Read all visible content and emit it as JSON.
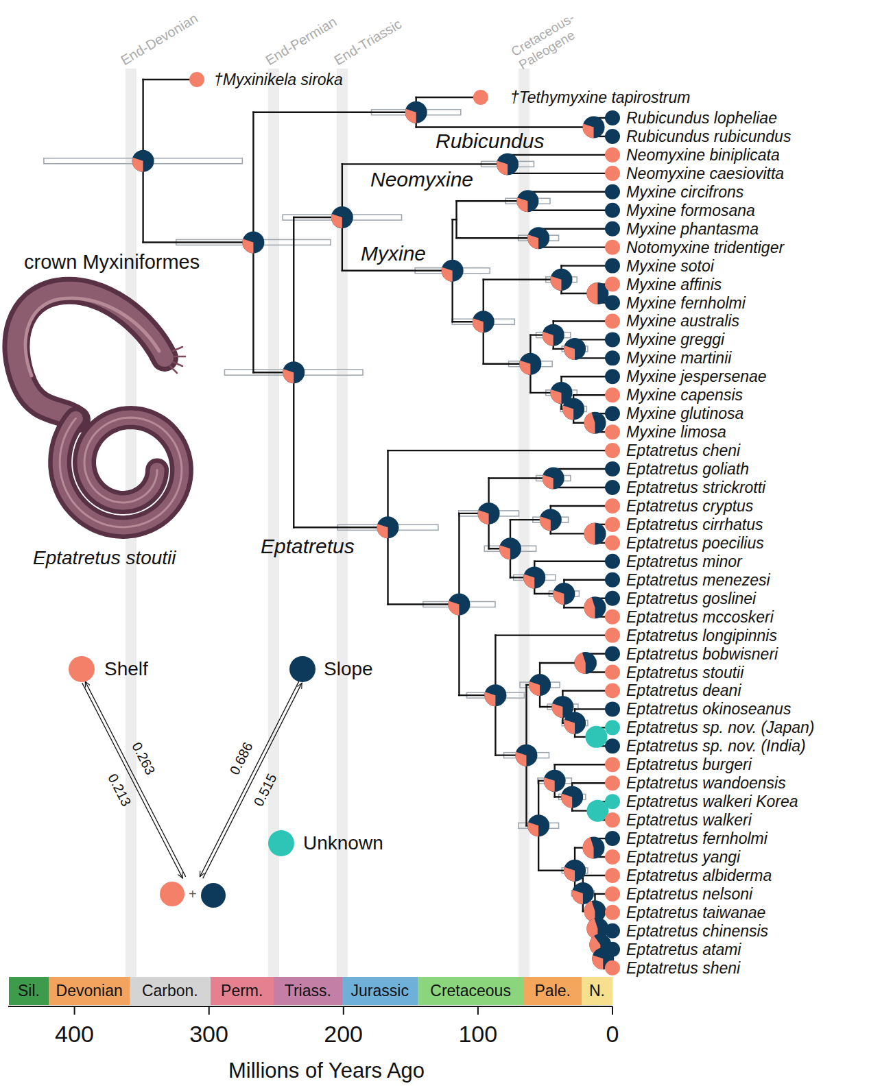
{
  "diagram": {
    "nodes": [
      {
        "text": [
          "Sil."
        ]
      },
      {
        "text": [
          "Devonian"
        ]
      },
      {
        "text": [
          "Carbon."
        ]
      },
      {
        "text": [
          "Perm."
        ]
      },
      {
        "text": [
          "Triass."
        ]
      },
      {
        "text": [
          "Jurassic"
        ]
      },
      {
        "text": [
          "Cretaceous"
        ]
      },
      {
        "text": [
          "Pale."
        ]
      },
      {
        "text": [
          "N."
        ]
      }
    ],
    "labels": [
      "End-Devonian",
      "End-Permian",
      "End-Triassic",
      "Cretaceous- Paleogene",
      "†Myxinikela siroka",
      "†Tethymyxine tapirostrum",
      "Rubicundus lopheliae",
      "Rubicundus rubicundus",
      "Neomyxine biniplicata",
      "Neomyxine caesiovitta",
      "Myxine circifrons",
      "Myxine formosana",
      "Myxine phantasma",
      "Notomyxine tridentiger",
      "Myxine sotoi",
      "Myxine affinis",
      "Myxine fernholmi",
      "Myxine australis",
      "Myxine greggi",
      "Myxine martinii",
      "Myxine jespersenae",
      "Myxine capensis",
      "Myxine glutinosa",
      "Myxine limosa",
      "Eptatretus cheni",
      "Eptatretus goliath",
      "Eptatretus strickrotti",
      "Eptatretus cryptus",
      "Eptatretus cirrhatus",
      "Eptatretus poecilius",
      "Eptatretus minor",
      "Eptatretus menezesi",
      "Eptatretus goslinei",
      "Eptatretus mccoskeri",
      "Eptatretus longipinnis",
      "Eptatretus bobwisneri",
      "Eptatretus stoutii",
      "Eptatretus deani",
      "Eptatretus okinoseanus",
      "Eptatretus sp. nov. (Japan)",
      "Eptatretus sp. nov. (India)",
      "Eptatretus burgeri",
      "Eptatretus wandoensis",
      "Eptatretus walkeri Korea",
      "Eptatretus walkeri",
      "Eptatretus fernholmi",
      "Eptatretus yangi",
      "Eptatretus albiderma",
      "Eptatretus nelsoni",
      "Eptatretus taiwanae",
      "Eptatretus chinensis",
      "Eptatretus atami",
      "Eptatretus sheni",
      "Rubicundus",
      "Neomyxine",
      "crown Myxiniformes",
      "Myxine",
      "Eptatretus",
      "Eptatretus stoutii",
      "0.263",
      "0.213",
      "0.686",
      "0.515",
      "+",
      "400",
      "300",
      "200",
      "100",
      "0",
      "Millions of Years Ago"
    ],
    "legend": [
      {
        "text": "Shelf",
        "color": "#f4806a"
      },
      {
        "text": "Slope",
        "color": "#0d3a5a"
      },
      {
        "text": "Unknown",
        "color": "#2ec4b6"
      }
    ]
  }
}
